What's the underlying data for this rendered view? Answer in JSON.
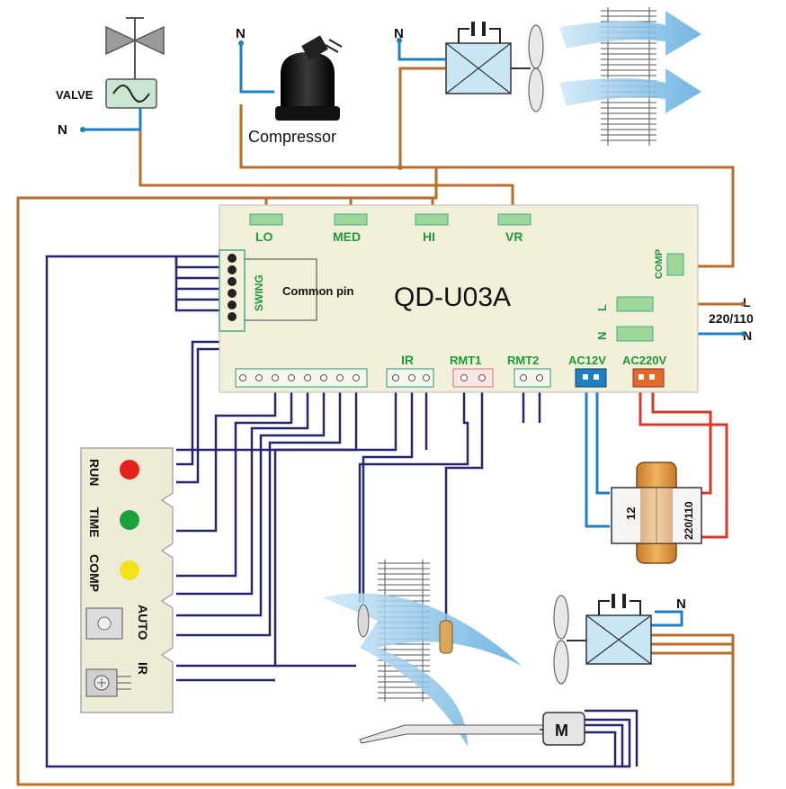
{
  "board": {
    "model": "QD-U03A",
    "fan_speed_labels": [
      "LO",
      "MED",
      "HI",
      "VR"
    ],
    "comp_label": "COMP",
    "swing_label": "SWING",
    "common_pin_label": "Common pin",
    "l_label": "L",
    "n_label": "N",
    "ir_label": "IR",
    "rmt1_label": "RMT1",
    "rmt2_label": "RMT2",
    "ac12_label": "AC12V",
    "ac220_label": "AC220V"
  },
  "mains": {
    "l_label": "L",
    "voltage_label": "220/110",
    "n_label": "N"
  },
  "components": {
    "valve_label": "VALVE",
    "valve_n": "N",
    "compressor_label": "Compressor",
    "compressor_n": "N",
    "fan_n": "N",
    "indoor_fan_n": "N",
    "motor_label": "M"
  },
  "transformer": {
    "primary_label": "220/110",
    "secondary_label": "12"
  },
  "display_panel": {
    "run_label": "RUN",
    "time_label": "TIME",
    "comp_label": "COMP",
    "auto_label": "AUTO",
    "ir_label": "IR"
  },
  "colors": {
    "brown_wire": "#b86e2a",
    "blue_wire": "#1f7fc4",
    "navy_wire": "#26256e",
    "red_wire": "#d8382c",
    "board_fill": "#f2f0d8",
    "connector_green": "#9ed79a",
    "run_led": "#e3221b",
    "time_led": "#19a33a",
    "comp_led": "#f2e21a"
  },
  "icons": [
    "valve-icon",
    "compressor-icon",
    "fan-icon",
    "airflow-arrow-icon",
    "heat-exchanger-icon",
    "motor-icon",
    "transformer-icon",
    "thermistor-icon"
  ]
}
